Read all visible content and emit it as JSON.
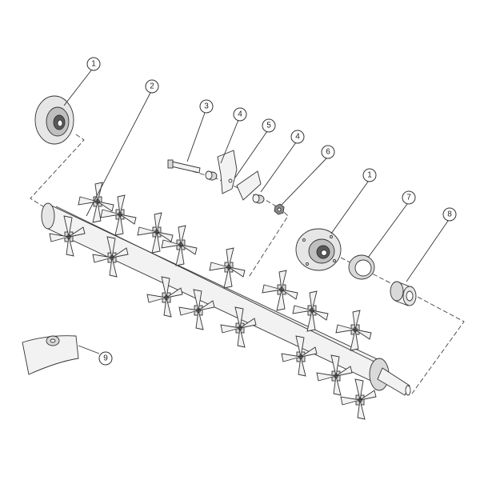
{
  "callouts": [
    {
      "id": "c1a",
      "label": "1"
    },
    {
      "id": "c2",
      "label": "2"
    },
    {
      "id": "c3",
      "label": "3"
    },
    {
      "id": "c4a",
      "label": "4"
    },
    {
      "id": "c5",
      "label": "5"
    },
    {
      "id": "c4b",
      "label": "4"
    },
    {
      "id": "c6",
      "label": "6"
    },
    {
      "id": "c1b",
      "label": "1"
    },
    {
      "id": "c7",
      "label": "7"
    },
    {
      "id": "c8",
      "label": "8"
    },
    {
      "id": "c9",
      "label": "9"
    }
  ],
  "colors": {
    "line": "#333333",
    "fill_light": "#f2f2f2",
    "fill_mid": "#d9d9d9",
    "fill_dark": "#a6a6a6"
  }
}
